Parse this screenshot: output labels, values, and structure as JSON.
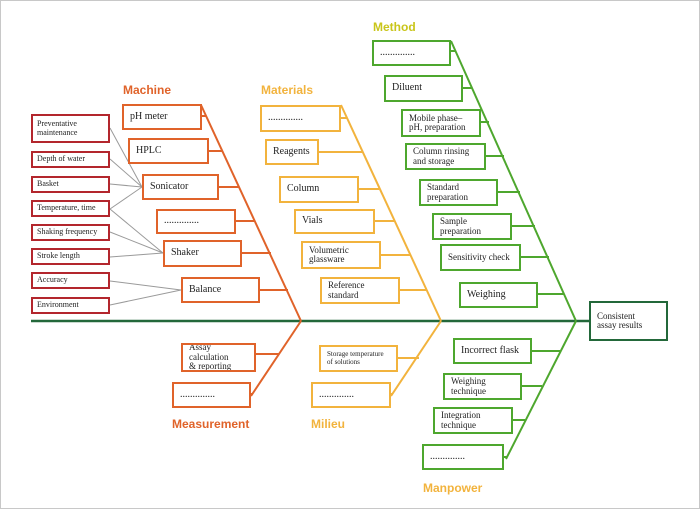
{
  "colors": {
    "machine": "#e0632a",
    "materials": "#f2b33d",
    "method": "#4ea72e",
    "spine": "#23683a",
    "subcause": "#b3262d",
    "method_label": "#c9c51a"
  },
  "effect": "Consistent\nassay results",
  "categories": {
    "method": "Method",
    "machine": "Machine",
    "materials": "Materials",
    "measurement": "Measurement",
    "milieu": "Milieu",
    "manpower": "Manpower"
  },
  "machine": {
    "items": [
      "pH meter",
      "HPLC",
      "Sonicator",
      "..............",
      "Shaker",
      "Balance"
    ]
  },
  "machine_subcauses": [
    "Preventative\nmaintenance",
    "Depth of water",
    "Basket",
    "Temperature, time",
    "Shaking frequency",
    "Stroke length",
    "Accuracy",
    "Environment"
  ],
  "materials": {
    "items": [
      "..............",
      "Reagents",
      "Column",
      "Vials",
      "Volumetric\nglassware",
      "Reference\nstandard"
    ]
  },
  "method": {
    "items": [
      "..............",
      "Diluent",
      "Mobile phase–\npH, preparation",
      "Column rinsing\nand storage",
      "Standard\npreparation",
      "Sample\npreparation",
      "Sensitivity check",
      "Weighing"
    ]
  },
  "measurement": {
    "items": [
      "Assay calculation\n& reporting",
      ".............."
    ]
  },
  "milieu": {
    "items": [
      "Storage temperature\nof solutions",
      ".............."
    ]
  },
  "manpower": {
    "items": [
      "Incorrect flask",
      "Weighing\ntechnique",
      "Integration\ntechnique",
      ".............."
    ]
  }
}
